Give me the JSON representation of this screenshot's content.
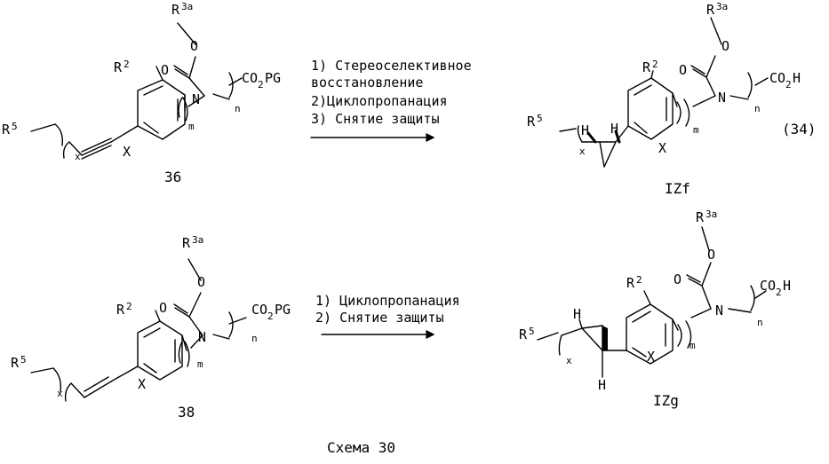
{
  "atoms": {
    "O": "O",
    "N": "N",
    "X": "X",
    "H": "H",
    "R": "R",
    "sup_3a": "3a",
    "sup_2": "2",
    "sup_5": "5",
    "CO": "CO",
    "sub_2": "2",
    "PG": "PG",
    "H_acid": "H",
    "n": "n",
    "m": "m",
    "x": "x"
  },
  "reaction1": {
    "steps": [
      "1) Стереоселективное",
      "восстановление",
      "2)Циклопропанация",
      "3) Снятие защиты"
    ],
    "start_label": "36",
    "product_label": "IZf",
    "equation_number": "(34)"
  },
  "reaction2": {
    "steps": [
      "1) Циклопропанация",
      "2) Снятие защиты"
    ],
    "start_label": "38",
    "product_label": "IZg"
  },
  "caption": "Схема 30"
}
